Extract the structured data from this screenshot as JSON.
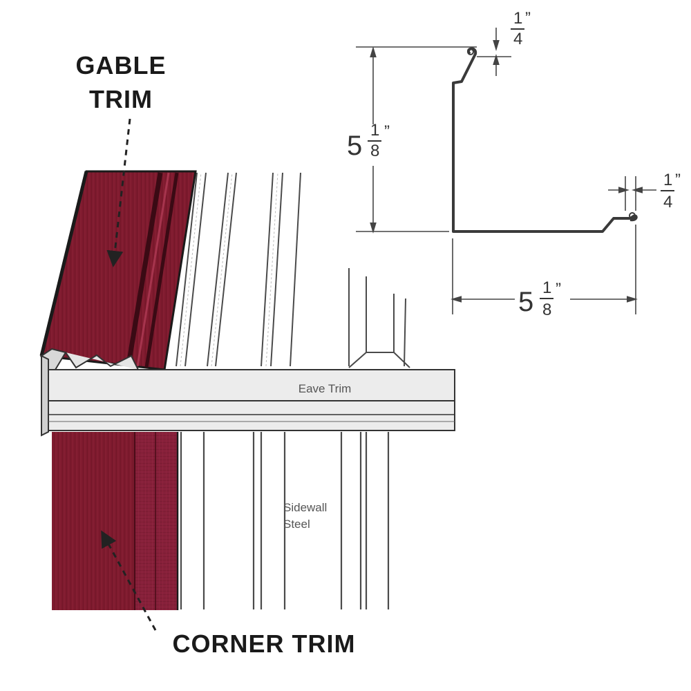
{
  "labels": {
    "gable_trim_line1": "GABLE",
    "gable_trim_line2": "TRIM",
    "corner_trim": "CORNER TRIM",
    "eave_trim": "Eave Trim",
    "sidewall_line1": "Sidewall",
    "sidewall_line2": "Steel"
  },
  "dimensions": {
    "top_lip": {
      "whole": "",
      "num": "1",
      "den": "4",
      "unit": "”"
    },
    "height": {
      "whole": "5",
      "num": "1",
      "den": "8",
      "unit": "”"
    },
    "bottom_lip": {
      "whole": "",
      "num": "1",
      "den": "4",
      "unit": "”"
    },
    "width": {
      "whole": "5",
      "num": "1",
      "den": "8",
      "unit": "”"
    }
  },
  "colors": {
    "trim": "#7e1a2e",
    "trim_dark": "#5a0f1e",
    "trim_mid": "#93233a",
    "eave": "#e9e9e9",
    "line": "#3a3a3a"
  }
}
